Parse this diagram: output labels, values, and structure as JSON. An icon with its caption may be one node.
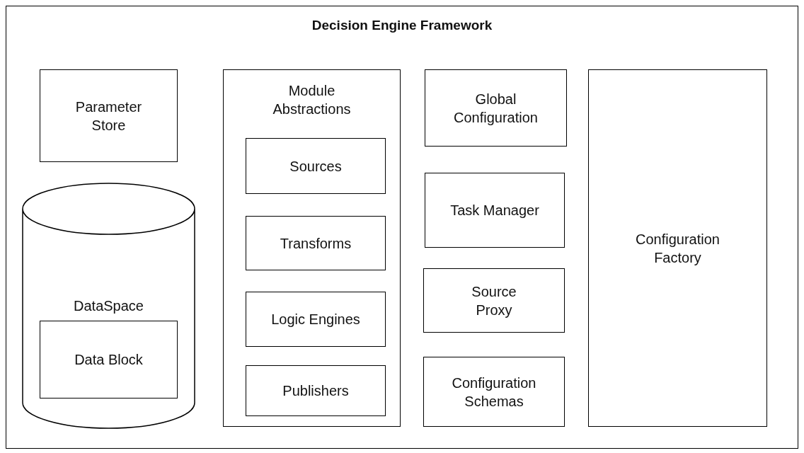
{
  "diagram": {
    "nodes": [
      {
        "text": [
          "Decision Engine Framework"
        ]
      },
      {
        "text": [
          "Parameter Store"
        ],
        "in": 0
      },
      {
        "text": [
          "DataSpace"
        ],
        "in": 0
      },
      {
        "text": [
          "Data Block"
        ],
        "in": 2
      },
      {
        "text": [
          "Module Abstractions"
        ],
        "in": 0
      },
      {
        "text": [
          "Sources"
        ],
        "in": 4
      },
      {
        "text": [
          "Transforms"
        ],
        "in": 4
      },
      {
        "text": [
          "Logic Engines"
        ],
        "in": 4
      },
      {
        "text": [
          "Publishers"
        ],
        "in": 4
      },
      {
        "text": [
          "Global Configuration"
        ],
        "in": 0
      },
      {
        "text": [
          "Task Manager"
        ],
        "in": 0
      },
      {
        "text": [
          "Source Proxy"
        ],
        "in": 0
      },
      {
        "text": [
          "Configuration Schemas"
        ],
        "in": 0
      },
      {
        "text": [
          "Configuration Factory"
        ],
        "in": 0
      }
    ]
  }
}
